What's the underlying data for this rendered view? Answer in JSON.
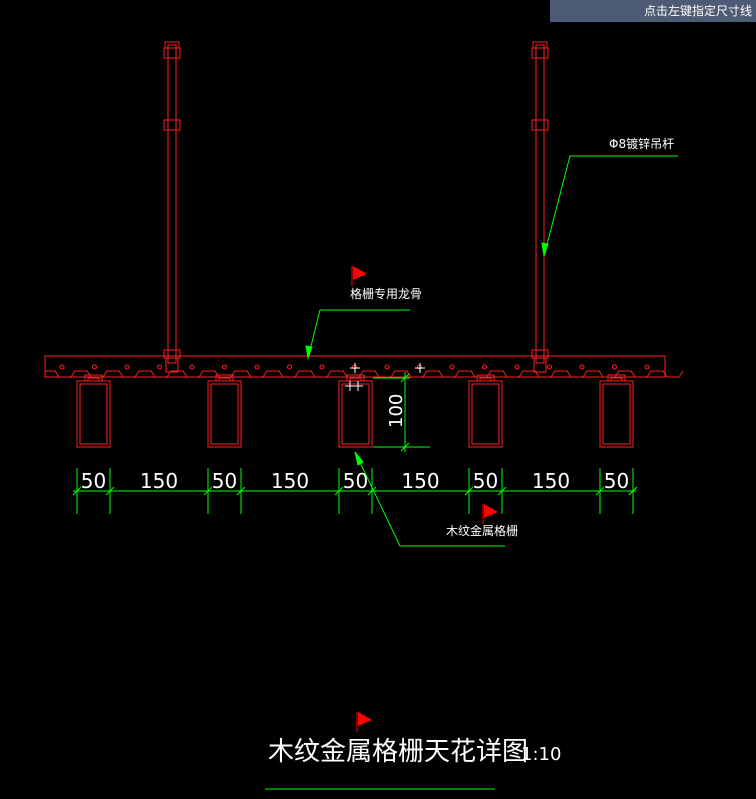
{
  "prompt_text": "点击左键指定尺寸线",
  "labels": {
    "rod": "Φ8镀锌吊杆",
    "keel": "格栅专用龙骨",
    "grille": "木纹金属格栅",
    "height": "100",
    "title": "木纹金属格栅天花详图",
    "scale": "1:10"
  },
  "dimensions": [
    "50",
    "150",
    "50",
    "150",
    "50",
    "150",
    "50",
    "150",
    "50"
  ],
  "colors": {
    "outline": "#ff2020",
    "leader": "#00ff00",
    "text": "#ffffff",
    "flag": "#ff0000"
  }
}
